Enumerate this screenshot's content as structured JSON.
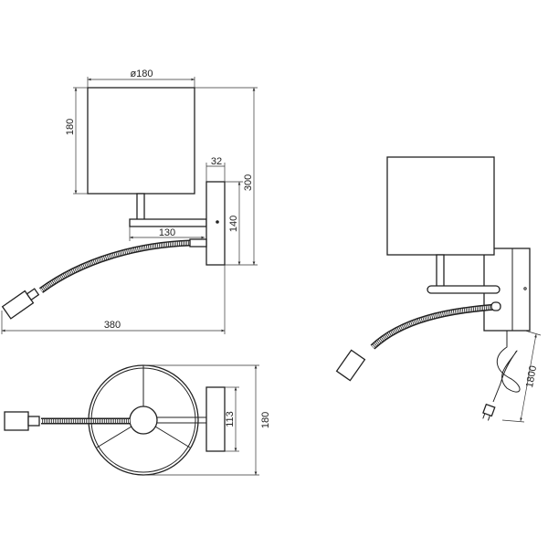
{
  "views": {
    "front": {
      "shade_diameter": "ø180",
      "shade_height": "180",
      "backplate_depth": "32",
      "backplate_height": "140",
      "total_height": "300",
      "arm_length": "130",
      "total_projection": "380"
    },
    "top": {
      "backplate_width": "113",
      "total_width": "180"
    },
    "perspective": {
      "cord_length": "1800"
    }
  }
}
